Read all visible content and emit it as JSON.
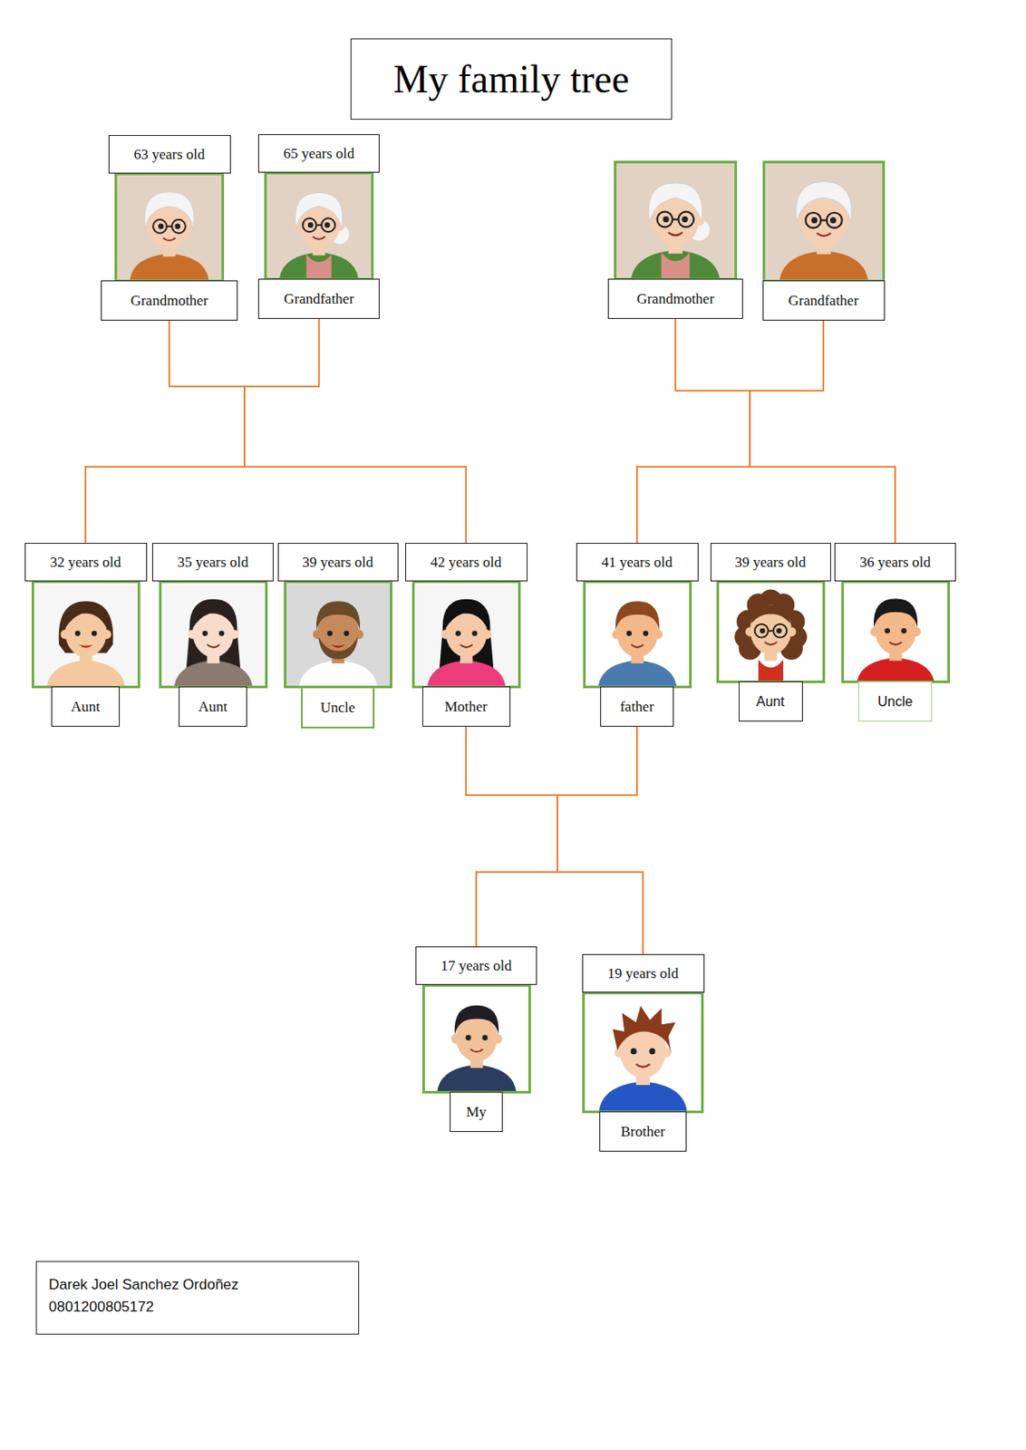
{
  "diagram": {
    "title": "My family tree",
    "nodes": [
      {
        "text": [
          "63 years old",
          "Grandmother"
        ]
      },
      {
        "text": [
          "65 years old",
          "Grandfather"
        ]
      },
      {
        "text": [
          "Grandmother"
        ]
      },
      {
        "text": [
          "Grandfather"
        ]
      },
      {
        "text": [
          "32 years old",
          "Aunt"
        ]
      },
      {
        "text": [
          "35 years old",
          "Aunt"
        ]
      },
      {
        "text": [
          "39 years old",
          "Uncle"
        ]
      },
      {
        "text": [
          "42 years old",
          "Mother"
        ]
      },
      {
        "text": [
          "41 years old",
          "father"
        ]
      },
      {
        "text": [
          "39 years old",
          "Aunt"
        ]
      },
      {
        "text": [
          "36 years old",
          "Uncle"
        ]
      },
      {
        "text": [
          "17 years old",
          "My"
        ]
      },
      {
        "text": [
          "19 years old",
          "Brother"
        ]
      },
      {
        "text": [
          "Darek Joel Sanchez Ordoñez",
          "0801200805172"
        ]
      }
    ],
    "edges": [
      {
        "from": 0,
        "to": 4,
        "arrow": "none"
      },
      {
        "from": 0,
        "to": 7,
        "arrow": "none"
      },
      {
        "from": 1,
        "to": 4,
        "arrow": "none"
      },
      {
        "from": 1,
        "to": 7,
        "arrow": "none"
      },
      {
        "from": 2,
        "to": 8,
        "arrow": "none"
      },
      {
        "from": 2,
        "to": 10,
        "arrow": "none"
      },
      {
        "from": 3,
        "to": 8,
        "arrow": "none"
      },
      {
        "from": 3,
        "to": 10,
        "arrow": "none"
      },
      {
        "from": 7,
        "to": 11,
        "arrow": "none"
      },
      {
        "from": 7,
        "to": 12,
        "arrow": "none"
      },
      {
        "from": 8,
        "to": 11,
        "arrow": "none"
      },
      {
        "from": 8,
        "to": 12,
        "arrow": "none"
      }
    ]
  }
}
